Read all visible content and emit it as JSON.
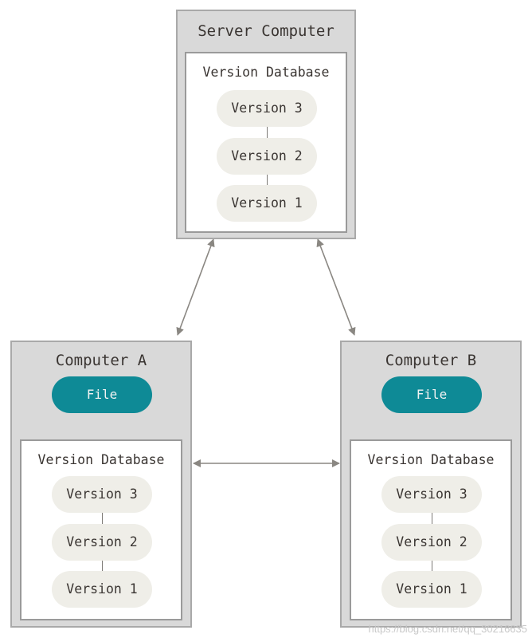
{
  "server": {
    "title": "Server Computer",
    "database": {
      "title": "Version Database",
      "versions": [
        "Version 3",
        "Version 2",
        "Version 1"
      ]
    }
  },
  "computer_a": {
    "title": "Computer A",
    "file_label": "File",
    "database": {
      "title": "Version Database",
      "versions": [
        "Version 3",
        "Version 2",
        "Version 1"
      ]
    }
  },
  "computer_b": {
    "title": "Computer B",
    "file_label": "File",
    "database": {
      "title": "Version Database",
      "versions": [
        "Version 3",
        "Version 2",
        "Version 1"
      ]
    }
  },
  "colors": {
    "computer_bg": "#d9d9d9",
    "database_bg": "#ffffff",
    "version_pill": "#efeee8",
    "file_pill": "#0e8a96",
    "arrow": "#8a8782"
  },
  "watermark": "https://blog.csdn.net/qq_30216635"
}
